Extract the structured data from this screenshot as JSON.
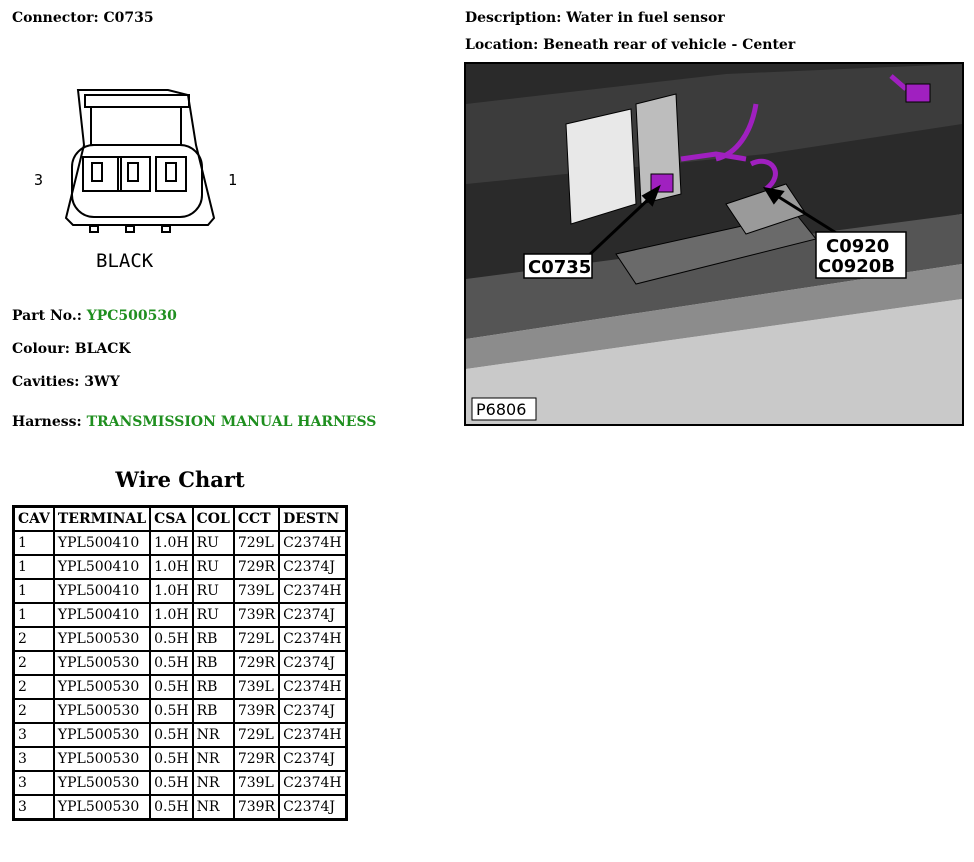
{
  "connector": {
    "label": "Connector:",
    "id": "C0735",
    "drawing": {
      "colour_text": "BLACK",
      "pin_left": "3",
      "pin_right": "1"
    }
  },
  "description": {
    "label": "Description:",
    "value": "Water in fuel sensor"
  },
  "location": {
    "label": "Location:",
    "value": "Beneath rear of vehicle - Center"
  },
  "photo": {
    "callouts": [
      "C0735",
      "C0920",
      "C0920B"
    ],
    "ref": "P6806",
    "highlight_color": "#a020c0"
  },
  "details": {
    "part_no": {
      "label": "Part No.:",
      "value": "YPC500530"
    },
    "colour": {
      "label": "Colour:",
      "value": "BLACK"
    },
    "cavities": {
      "label": "Cavities:",
      "value": "3WY"
    },
    "harness": {
      "label": "Harness:",
      "value": "TRANSMISSION MANUAL HARNESS"
    }
  },
  "link_color": "#1f8f1f",
  "wire_chart": {
    "title": "Wire Chart",
    "headers": [
      "CAV",
      "TERMINAL",
      "CSA",
      "COL",
      "CCT",
      "DESTN"
    ],
    "rows": [
      [
        "1",
        "YPL500410",
        "1.0H",
        "RU",
        "729L",
        "C2374H"
      ],
      [
        "1",
        "YPL500410",
        "1.0H",
        "RU",
        "729R",
        "C2374J"
      ],
      [
        "1",
        "YPL500410",
        "1.0H",
        "RU",
        "739L",
        "C2374H"
      ],
      [
        "1",
        "YPL500410",
        "1.0H",
        "RU",
        "739R",
        "C2374J"
      ],
      [
        "2",
        "YPL500530",
        "0.5H",
        "RB",
        "729L",
        "C2374H"
      ],
      [
        "2",
        "YPL500530",
        "0.5H",
        "RB",
        "729R",
        "C2374J"
      ],
      [
        "2",
        "YPL500530",
        "0.5H",
        "RB",
        "739L",
        "C2374H"
      ],
      [
        "2",
        "YPL500530",
        "0.5H",
        "RB",
        "739R",
        "C2374J"
      ],
      [
        "3",
        "YPL500530",
        "0.5H",
        "NR",
        "729L",
        "C2374H"
      ],
      [
        "3",
        "YPL500530",
        "0.5H",
        "NR",
        "729R",
        "C2374J"
      ],
      [
        "3",
        "YPL500530",
        "0.5H",
        "NR",
        "739L",
        "C2374H"
      ],
      [
        "3",
        "YPL500530",
        "0.5H",
        "NR",
        "739R",
        "C2374J"
      ]
    ]
  }
}
